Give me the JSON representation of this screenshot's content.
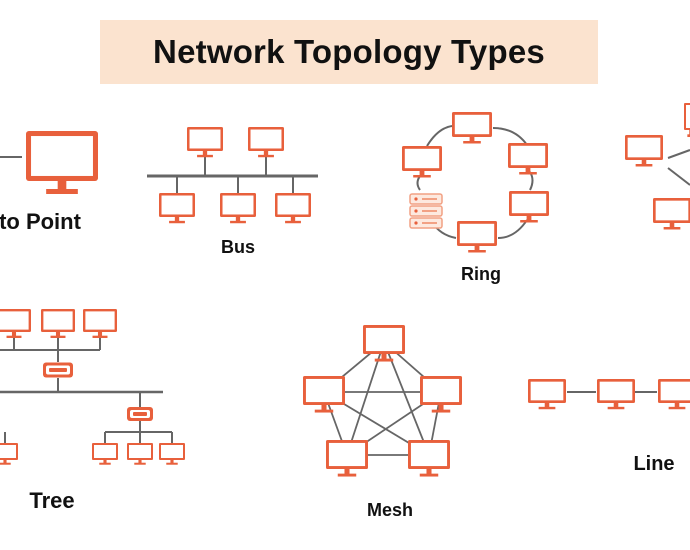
{
  "title": "Network Topology Types",
  "colors": {
    "device": "#e8603c",
    "device_light": "#f2a184",
    "link": "#666666",
    "title_bg": "#fbe3cf",
    "text": "#111111"
  },
  "topologies": {
    "point_to_point": {
      "label": "to Point",
      "icon": "monitor-icon"
    },
    "bus": {
      "label": "Bus",
      "icon": "monitor-icon"
    },
    "ring": {
      "label": "Ring",
      "icon": "monitor-icon"
    },
    "star": {
      "label": "",
      "icon": "monitor-icon"
    },
    "tree": {
      "label": "Tree",
      "icon": "switch-icon"
    },
    "mesh": {
      "label": "Mesh",
      "icon": "monitor-icon"
    },
    "line": {
      "label": "Line",
      "icon": "monitor-icon"
    }
  }
}
